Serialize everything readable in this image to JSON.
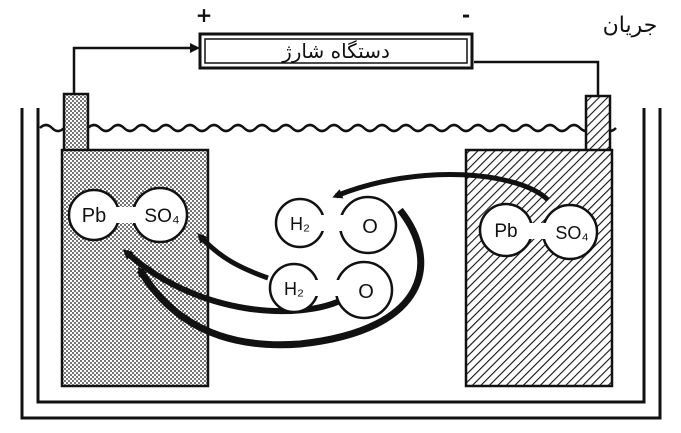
{
  "labels": {
    "current": "جریان",
    "charger": "دستگاه شارژ",
    "plus": "+",
    "minus": "-"
  },
  "molecules": {
    "left_pb": "Pb",
    "left_so4": "SO₄",
    "water1_h": "H₂",
    "water1_o": "O",
    "water2_h": "H₂",
    "water2_o": "O",
    "right_pb": "Pb",
    "right_so4": "SO₄"
  },
  "colors": {
    "ink": "#111111",
    "background": "#ffffff"
  }
}
